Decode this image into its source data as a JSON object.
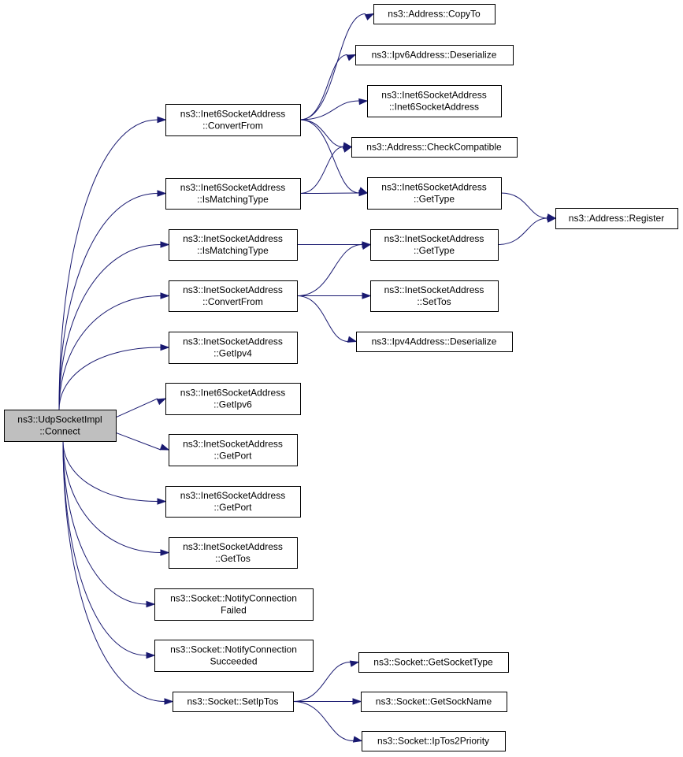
{
  "graph": {
    "nodes": [
      {
        "id": "root",
        "lines": [
          "ns3::UdpSocketImpl",
          "::Connect"
        ],
        "root": true
      },
      {
        "id": "i6_convertfrom",
        "lines": [
          "ns3::Inet6SocketAddress",
          "::ConvertFrom"
        ]
      },
      {
        "id": "i6_ismatching",
        "lines": [
          "ns3::Inet6SocketAddress",
          "::IsMatchingType"
        ]
      },
      {
        "id": "i4_ismatching",
        "lines": [
          "ns3::InetSocketAddress",
          "::IsMatchingType"
        ]
      },
      {
        "id": "i4_convertfrom",
        "lines": [
          "ns3::InetSocketAddress",
          "::ConvertFrom"
        ]
      },
      {
        "id": "i4_getipv4",
        "lines": [
          "ns3::InetSocketAddress",
          "::GetIpv4"
        ]
      },
      {
        "id": "i6_getipv6",
        "lines": [
          "ns3::Inet6SocketAddress",
          "::GetIpv6"
        ]
      },
      {
        "id": "i4_getport",
        "lines": [
          "ns3::InetSocketAddress",
          "::GetPort"
        ]
      },
      {
        "id": "i6_getport",
        "lines": [
          "ns3::Inet6SocketAddress",
          "::GetPort"
        ]
      },
      {
        "id": "i4_gettos",
        "lines": [
          "ns3::InetSocketAddress",
          "::GetTos"
        ]
      },
      {
        "id": "sock_notify_failed",
        "lines": [
          "ns3::Socket::NotifyConnection",
          "Failed"
        ]
      },
      {
        "id": "sock_notify_succeeded",
        "lines": [
          "ns3::Socket::NotifyConnection",
          "Succeeded"
        ]
      },
      {
        "id": "sock_setiptos",
        "lines": [
          "ns3::Socket::SetIpTos"
        ]
      },
      {
        "id": "addr_copyto",
        "lines": [
          "ns3::Address::CopyTo"
        ]
      },
      {
        "id": "ipv6_deserialize",
        "lines": [
          "ns3::Ipv6Address::Deserialize"
        ]
      },
      {
        "id": "i6_ctor",
        "lines": [
          "ns3::Inet6SocketAddress",
          "::Inet6SocketAddress"
        ]
      },
      {
        "id": "addr_checkcompat",
        "lines": [
          "ns3::Address::CheckCompatible"
        ]
      },
      {
        "id": "i6_gettype",
        "lines": [
          "ns3::Inet6SocketAddress",
          "::GetType"
        ]
      },
      {
        "id": "i4_gettype",
        "lines": [
          "ns3::InetSocketAddress",
          "::GetType"
        ]
      },
      {
        "id": "i4_settos",
        "lines": [
          "ns3::InetSocketAddress",
          "::SetTos"
        ]
      },
      {
        "id": "ipv4_deserialize",
        "lines": [
          "ns3::Ipv4Address::Deserialize"
        ]
      },
      {
        "id": "addr_register",
        "lines": [
          "ns3::Address::Register"
        ]
      },
      {
        "id": "sock_getsockettype",
        "lines": [
          "ns3::Socket::GetSocketType"
        ]
      },
      {
        "id": "sock_getsockname",
        "lines": [
          "ns3::Socket::GetSockName"
        ]
      },
      {
        "id": "sock_iptos2priority",
        "lines": [
          "ns3::Socket::IpTos2Priority"
        ]
      }
    ],
    "edges": [
      {
        "from": "root",
        "to": "i6_convertfrom"
      },
      {
        "from": "root",
        "to": "i6_ismatching"
      },
      {
        "from": "root",
        "to": "i4_ismatching"
      },
      {
        "from": "root",
        "to": "i4_convertfrom"
      },
      {
        "from": "root",
        "to": "i4_getipv4"
      },
      {
        "from": "root",
        "to": "i6_getipv6"
      },
      {
        "from": "root",
        "to": "i4_getport"
      },
      {
        "from": "root",
        "to": "i6_getport"
      },
      {
        "from": "root",
        "to": "i4_gettos"
      },
      {
        "from": "root",
        "to": "sock_notify_failed"
      },
      {
        "from": "root",
        "to": "sock_notify_succeeded"
      },
      {
        "from": "root",
        "to": "sock_setiptos"
      },
      {
        "from": "i6_convertfrom",
        "to": "addr_copyto"
      },
      {
        "from": "i6_convertfrom",
        "to": "ipv6_deserialize"
      },
      {
        "from": "i6_convertfrom",
        "to": "i6_ctor"
      },
      {
        "from": "i6_convertfrom",
        "to": "addr_checkcompat"
      },
      {
        "from": "i6_convertfrom",
        "to": "i6_gettype"
      },
      {
        "from": "i6_ismatching",
        "to": "addr_checkcompat"
      },
      {
        "from": "i6_ismatching",
        "to": "i6_gettype"
      },
      {
        "from": "i6_gettype",
        "to": "addr_register"
      },
      {
        "from": "i4_ismatching",
        "to": "i4_gettype"
      },
      {
        "from": "i4_convertfrom",
        "to": "i4_gettype"
      },
      {
        "from": "i4_convertfrom",
        "to": "i4_settos"
      },
      {
        "from": "i4_convertfrom",
        "to": "ipv4_deserialize"
      },
      {
        "from": "i4_gettype",
        "to": "addr_register"
      },
      {
        "from": "sock_setiptos",
        "to": "sock_getsockettype"
      },
      {
        "from": "sock_setiptos",
        "to": "sock_getsockname"
      },
      {
        "from": "sock_setiptos",
        "to": "sock_iptos2priority"
      }
    ],
    "colors": {
      "edge": "#191970",
      "root_fill": "#bfbfbf",
      "node_fill": "#ffffff",
      "border": "#000000"
    }
  }
}
